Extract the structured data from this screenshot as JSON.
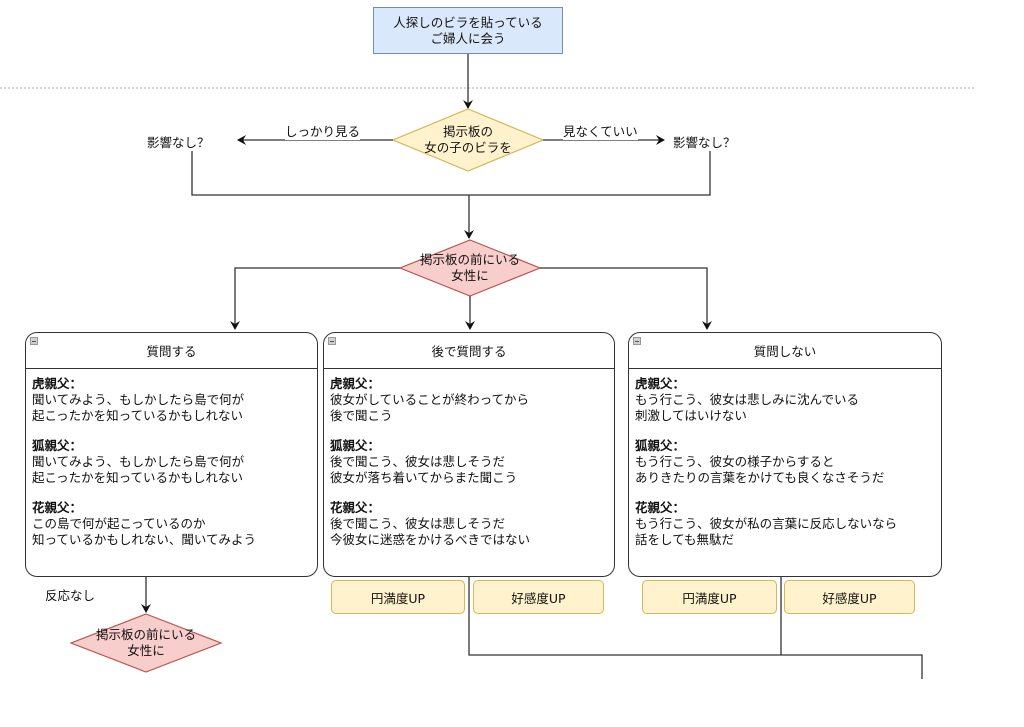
{
  "start_node": {
    "label": "人探しのビラを貼っている\nご婦人に会う"
  },
  "decision_1": {
    "label": "掲示板の\n女の子のビラを",
    "left_edge_label": "しっかり見る",
    "right_edge_label": "見なくていい",
    "left_result": "影響なし？",
    "right_result": "影響なし？"
  },
  "decision_2": {
    "label": "掲示板の前にいる\n女性に"
  },
  "panels": [
    {
      "title": "質問する",
      "speakers": [
        {
          "name": "虎親父：",
          "lines": [
            "聞いてみよう、もしかしたら島で何が",
            "起こったかを知っているかもしれない"
          ]
        },
        {
          "name": "狐親父：",
          "lines": [
            "聞いてみよう、もしかしたら島で何が",
            "起こったかを知っているかもしれない"
          ]
        },
        {
          "name": "花親父：",
          "lines": [
            "この島で何が起こっているのか",
            "知っているかもしれない、聞いてみよう"
          ]
        }
      ]
    },
    {
      "title": "後で質問する",
      "speakers": [
        {
          "name": "虎親父：",
          "lines": [
            "彼女がしていることが終わってから",
            "後で聞こう"
          ]
        },
        {
          "name": "狐親父：",
          "lines": [
            "後で聞こう、彼女は悲しそうだ",
            "彼女が落ち着いてからまた聞こう"
          ]
        },
        {
          "name": "花親父：",
          "lines": [
            "後で聞こう、彼女は悲しそうだ",
            "今彼女に迷惑をかけるべきではない"
          ]
        }
      ],
      "rewards": [
        "円満度UP",
        "好感度UP"
      ]
    },
    {
      "title": "質問しない",
      "speakers": [
        {
          "name": "虎親父：",
          "lines": [
            "もう行こう、彼女は悲しみに沈んでいる",
            "刺激してはいけない"
          ]
        },
        {
          "name": "狐親父：",
          "lines": [
            "もう行こう、彼女の様子からすると",
            "ありきたりの言葉をかけても良くなさそうだ"
          ]
        },
        {
          "name": "花親父：",
          "lines": [
            "もう行こう、彼女が私の言葉に反応しないなら",
            "話をしても無駄だ"
          ]
        }
      ],
      "rewards": [
        "円満度UP",
        "好感度UP"
      ]
    }
  ],
  "no_reaction": {
    "edge_label": "反応なし",
    "target_label": "掲示板の前にいる\n女性に"
  },
  "colors": {
    "start_fill": "#dae8fc",
    "start_stroke": "#6c8ebf",
    "decision1_fill": "#fff2cc",
    "decision1_stroke": "#d6b656",
    "decision2_fill": "#f8cecc",
    "decision2_stroke": "#b85450",
    "reward_fill": "#fff2cc",
    "reward_stroke": "#d6b656"
  }
}
